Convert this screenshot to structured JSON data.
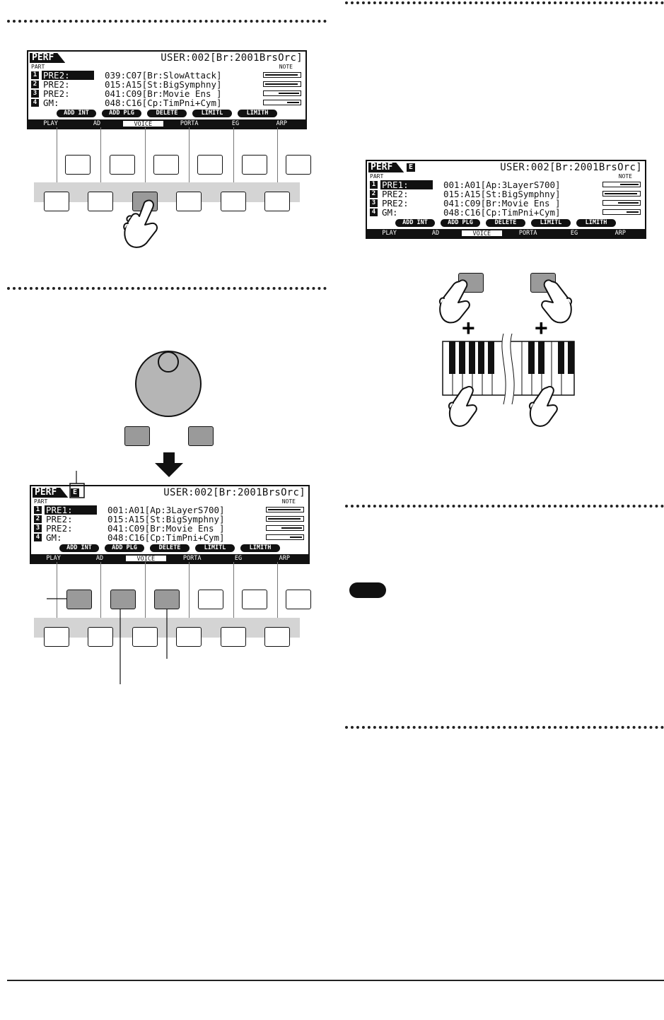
{
  "lcd_top": {
    "mode_label": "PERF",
    "user_text": "USER:002[Br:2001BrsOrc]",
    "part_header": "PART",
    "note_header": "NOTE",
    "parts": [
      {
        "num": "1",
        "name": "PRE2:",
        "voice": "039:C07[Br:SlowAttack]",
        "level": 0.95
      },
      {
        "num": "2",
        "name": "PRE2:",
        "voice": "015:A15[St:BigSymphny]",
        "level": 0.95
      },
      {
        "num": "3",
        "name": "PRE2:",
        "voice": "041:C09[Br:Movie Ens ]",
        "level": 0.6
      },
      {
        "num": "4",
        "name": "GM:",
        "voice": "048:C16[Cp:TimPni+Cym]",
        "level": 0.35
      }
    ],
    "functions": [
      "ADD INT",
      "ADD PLG",
      "DELETE",
      "LIMITL",
      "LIMITH"
    ],
    "tabs": [
      "PLAY",
      "AD",
      "VOICE",
      "PORTA",
      "EG",
      "ARP"
    ],
    "active_tab": "VOICE"
  },
  "lcd_bottom": {
    "mode_label": "PERF",
    "e_indicator": "E",
    "user_text": "USER:002[Br:2001BrsOrc]",
    "part_header": "PART",
    "note_header": "NOTE",
    "parts": [
      {
        "num": "1",
        "name": "PRE1:",
        "voice": "001:A01[Ap:3LayerS700]",
        "level": 0.95
      },
      {
        "num": "2",
        "name": "PRE2:",
        "voice": "015:A15[St:BigSymphny]",
        "level": 0.95
      },
      {
        "num": "3",
        "name": "PRE2:",
        "voice": "041:C09[Br:Movie Ens ]",
        "level": 0.6
      },
      {
        "num": "4",
        "name": "GM:",
        "voice": "048:C16[Cp:TimPni+Cym]",
        "level": 0.35
      }
    ],
    "functions": [
      "ADD INT",
      "ADD PLG",
      "DELETE",
      "LIMITL",
      "LIMITH"
    ],
    "tabs": [
      "PLAY",
      "AD",
      "VOICE",
      "PORTA",
      "EG",
      "ARP"
    ],
    "active_tab": "VOICE"
  },
  "lcd_right": {
    "mode_label": "PERF",
    "e_indicator": "E",
    "user_text": "USER:002[Br:2001BrsOrc]",
    "part_header": "PART",
    "note_header": "NOTE",
    "parts": [
      {
        "num": "1",
        "name": "PRE1:",
        "voice": "001:A01[Ap:3LayerS700]",
        "level": 0.55
      },
      {
        "num": "2",
        "name": "PRE2:",
        "voice": "015:A15[St:BigSymphny]",
        "level": 0.95
      },
      {
        "num": "3",
        "name": "PRE2:",
        "voice": "041:C09[Br:Movie Ens ]",
        "level": 0.6
      },
      {
        "num": "4",
        "name": "GM:",
        "voice": "048:C16[Cp:TimPni+Cym]",
        "level": 0.35
      }
    ],
    "functions": [
      "ADD INT",
      "ADD PLG",
      "DELETE",
      "LIMITL",
      "LIMITH"
    ],
    "tabs": [
      "PLAY",
      "AD",
      "VOICE",
      "PORTA",
      "EG",
      "ARP"
    ],
    "active_tab": "VOICE"
  },
  "symbols": {
    "plus": "+"
  },
  "colors": {
    "button_pressed": "#9a9a9a",
    "band": "#d4d4d4",
    "ink": "#111111"
  }
}
